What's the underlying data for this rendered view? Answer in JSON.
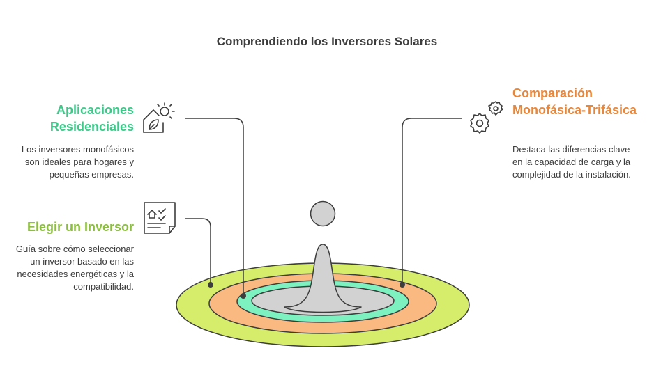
{
  "title": "Comprendiendo los Inversores Solares",
  "items": {
    "residential": {
      "heading": "Aplicaciones Residenciales",
      "description": "Los inversores monofásicos son ideales para hogares y pequeñas empresas.",
      "icon": "house-sun-icon",
      "color": "#3ec98a"
    },
    "choose": {
      "heading": "Elegir un Inversor",
      "description": "Guía sobre cómo seleccionar un inversor basado en las necesidades energéticas y la compatibilidad.",
      "icon": "checklist-icon",
      "color": "#8cbf3f"
    },
    "comparison": {
      "heading": "Comparación Monofásica-Trifásica",
      "description": "Destaca las diferencias clave en la capacidad de carga y la complejidad de la instalación.",
      "icon": "gears-icon",
      "color": "#e8873a"
    }
  },
  "rings": {
    "outer": "#d6ec6b",
    "middle": "#f9b981",
    "inner": "#7ef1c0",
    "center": "#d2d2d2"
  }
}
